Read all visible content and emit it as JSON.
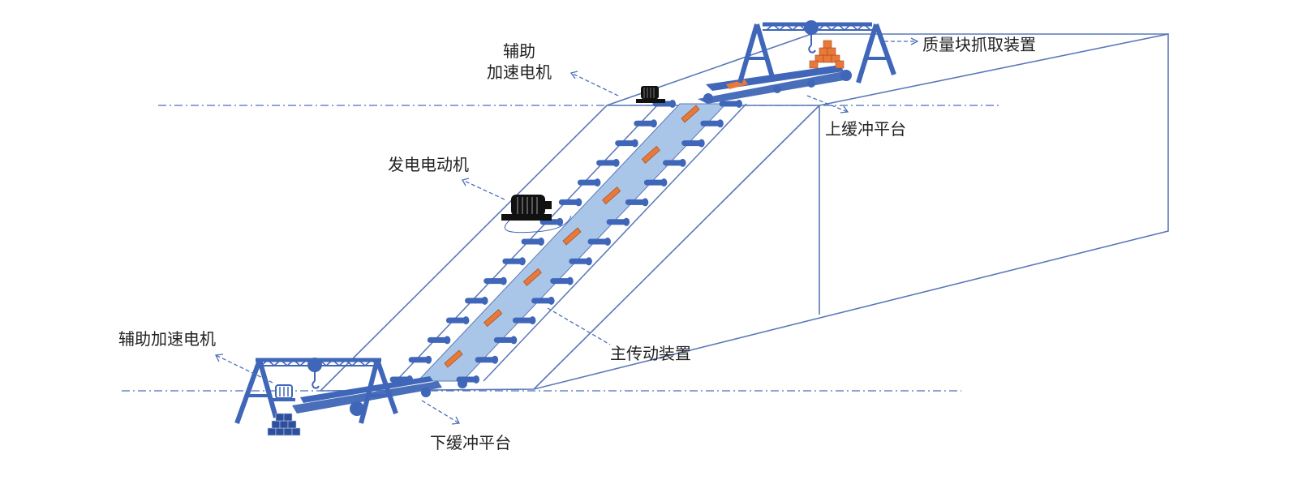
{
  "labels": {
    "aux_motor_top_line1": "辅助",
    "aux_motor_top_line2": "加速电机",
    "mass_grab_device": "质量块抓取装置",
    "upper_buffer_platform": "上缓冲平台",
    "generator_motor": "发电电动机",
    "main_drive_device": "主传动装置",
    "aux_motor_bottom": "辅助加速电机",
    "lower_buffer_platform": "下缓冲平台"
  },
  "colors": {
    "structure_blue": "#4a6fba",
    "belt_fill": "#a9c6e8",
    "roller_blue": "#3f66b8",
    "mass_orange": "#e8793a",
    "dark_blue_mass": "#2e4f9c",
    "outline": "#5a78b8",
    "dash_dot_line": "#4a6fba",
    "motor_black": "#111111"
  },
  "icons": [
    "gantry-crane-icon",
    "motor-icon",
    "mass-block-icon",
    "roller-icon"
  ]
}
